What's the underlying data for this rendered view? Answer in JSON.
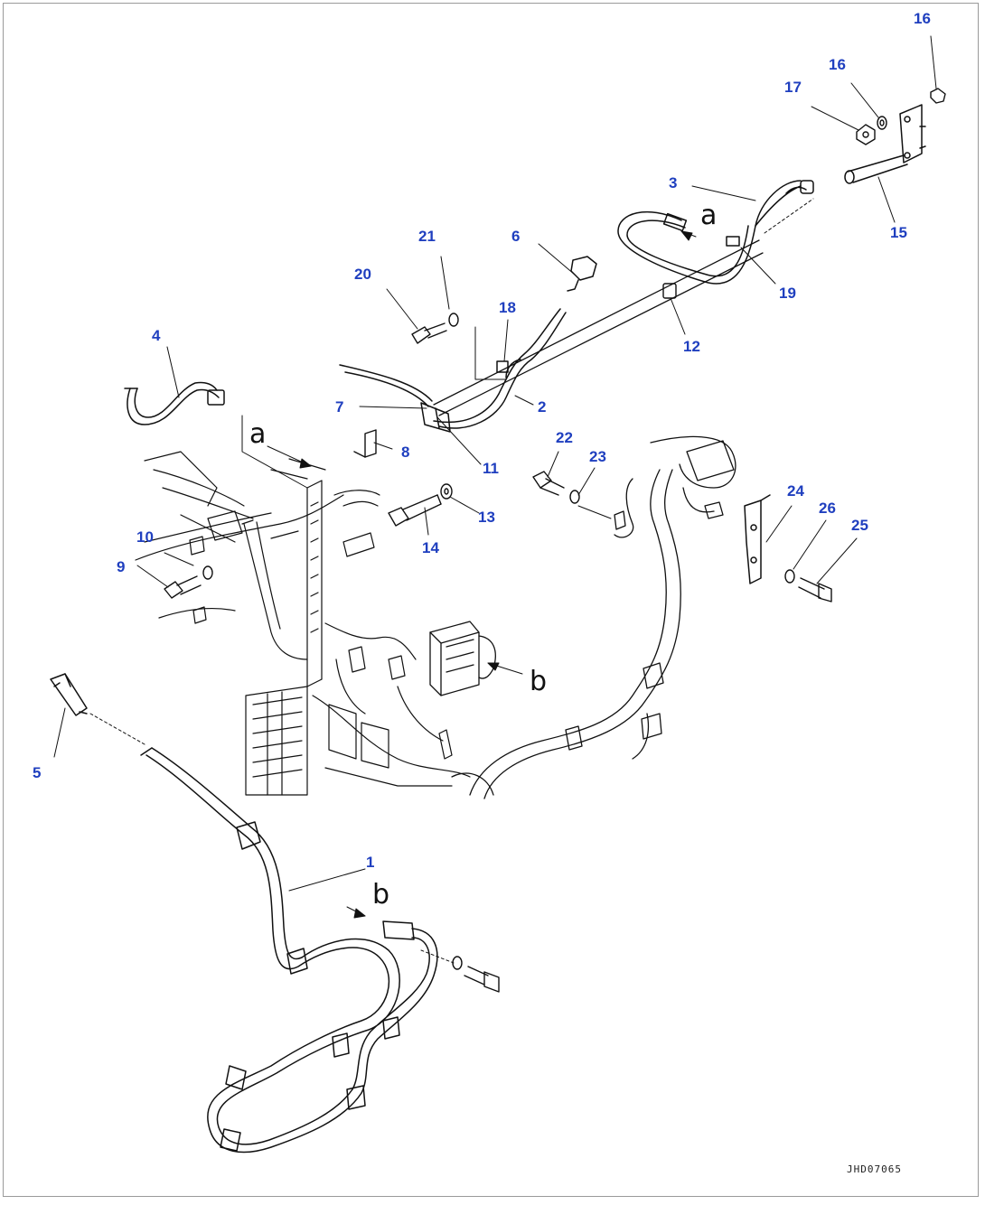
{
  "colors": {
    "callout": "#1f3fbf",
    "line": "#111111",
    "frame": "#9a9a9a"
  },
  "callouts": [
    {
      "id": "c16a",
      "text": "16"
    },
    {
      "id": "c16b",
      "text": "16"
    },
    {
      "id": "c17",
      "text": "17"
    },
    {
      "id": "c3",
      "text": "3"
    },
    {
      "id": "c15",
      "text": "15"
    },
    {
      "id": "c21",
      "text": "21"
    },
    {
      "id": "c6",
      "text": "6"
    },
    {
      "id": "c20",
      "text": "20"
    },
    {
      "id": "c18",
      "text": "18"
    },
    {
      "id": "c19",
      "text": "19"
    },
    {
      "id": "c12",
      "text": "12"
    },
    {
      "id": "c4",
      "text": "4"
    },
    {
      "id": "c2",
      "text": "2"
    },
    {
      "id": "c7",
      "text": "7"
    },
    {
      "id": "c8",
      "text": "8"
    },
    {
      "id": "c11",
      "text": "11"
    },
    {
      "id": "c22",
      "text": "22"
    },
    {
      "id": "c23",
      "text": "23"
    },
    {
      "id": "c24",
      "text": "24"
    },
    {
      "id": "c26",
      "text": "26"
    },
    {
      "id": "c25",
      "text": "25"
    },
    {
      "id": "c10",
      "text": "10"
    },
    {
      "id": "c13",
      "text": "13"
    },
    {
      "id": "c9",
      "text": "9"
    },
    {
      "id": "c14",
      "text": "14"
    },
    {
      "id": "c5",
      "text": "5"
    },
    {
      "id": "c1",
      "text": "1"
    }
  ],
  "refs": [
    {
      "id": "ra1",
      "text": "a"
    },
    {
      "id": "ra2",
      "text": "a"
    },
    {
      "id": "rb1",
      "text": "b"
    },
    {
      "id": "rb2",
      "text": "b"
    }
  ],
  "drawing_code": "JHD07065"
}
